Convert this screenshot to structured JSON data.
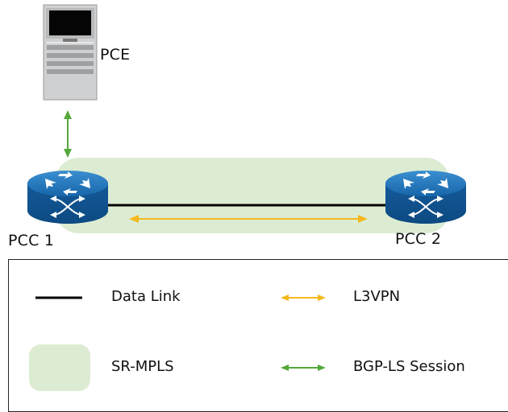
{
  "diagram": {
    "nodes": {
      "pce": "PCE",
      "pcc1": "PCC 1",
      "pcc2": "PCC 2"
    },
    "legend": {
      "data_link": "Data Link",
      "l3vpn": "L3VPN",
      "sr_mpls": "SR-MPLS",
      "bgp_ls": "BGP-LS Session"
    }
  },
  "colors": {
    "sr_mpls_fill": "#dcecd3",
    "l3vpn_arrow": "#f5b820",
    "bgp_ls_arrow": "#55a83a",
    "data_link": "#000000",
    "router_blue": "#1565a8"
  }
}
